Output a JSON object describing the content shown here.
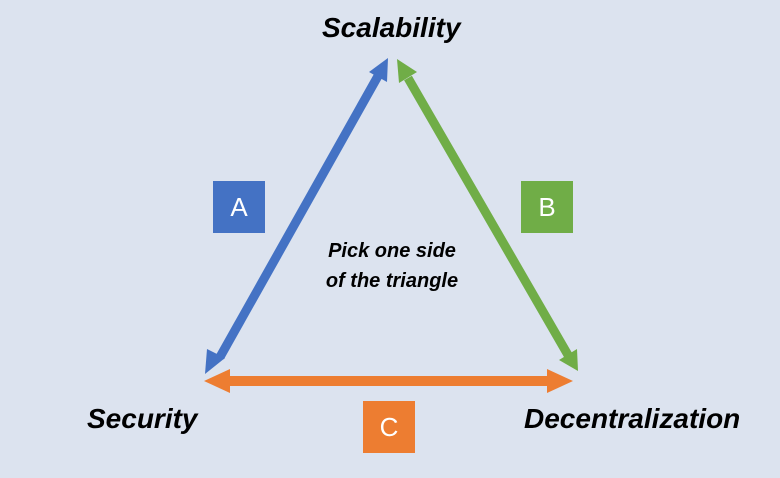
{
  "vertices": {
    "top": "Scalability",
    "left": "Security",
    "right": "Decentralization"
  },
  "center_text": {
    "line1": "Pick one side",
    "line2": "of the triangle"
  },
  "sides": [
    {
      "id": "A",
      "color": "#4472c4",
      "connects": [
        "Security",
        "Scalability"
      ]
    },
    {
      "id": "B",
      "color": "#70ad47",
      "connects": [
        "Scalability",
        "Decentralization"
      ]
    },
    {
      "id": "C",
      "color": "#ed7d31",
      "connects": [
        "Security",
        "Decentralization"
      ]
    }
  ],
  "colors": {
    "background": "#dce3ef"
  }
}
